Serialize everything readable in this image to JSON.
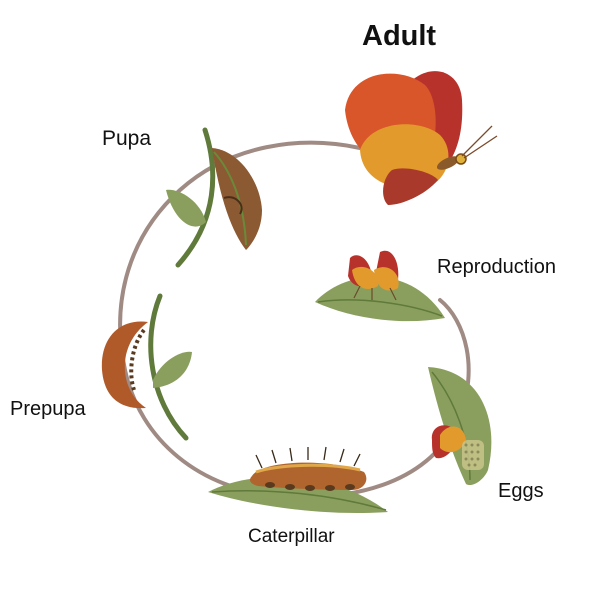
{
  "stages": {
    "adult": "Adult",
    "pupa": "Pupa",
    "reproduction": "Reproduction",
    "prepupa": "Prepupa",
    "eggs": "Eggs",
    "caterpillar": "Caterpillar"
  },
  "colors": {
    "cycle_ring": "#a08b84",
    "leaf_green": "#8a9f5e",
    "leaf_dark": "#5f7a3b",
    "wing_red": "#b8322c",
    "wing_orange": "#d9552a",
    "wing_yellow": "#e39a2c",
    "chrysalis_brown": "#8b5a32",
    "caterpillar_body": "#b0642e"
  }
}
